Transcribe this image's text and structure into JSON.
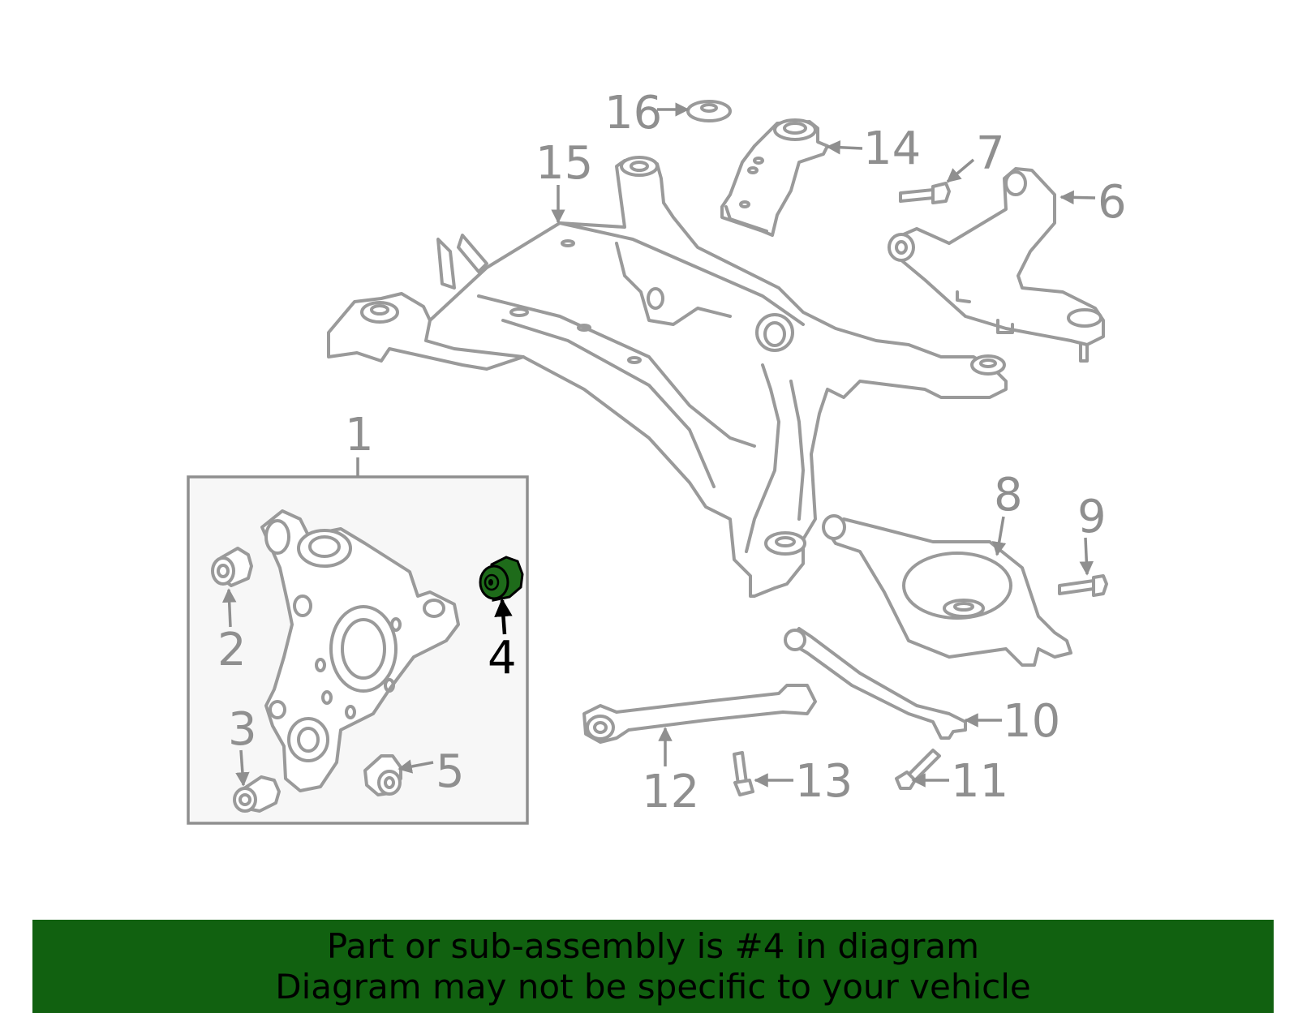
{
  "callouts": {
    "c1": "1",
    "c2": "2",
    "c3": "3",
    "c4": "4",
    "c5": "5",
    "c6": "6",
    "c7": "7",
    "c8": "8",
    "c9": "9",
    "c10": "10",
    "c11": "11",
    "c12": "12",
    "c13": "13",
    "c14": "14",
    "c15": "15",
    "c16": "16"
  },
  "highlight": {
    "part": "4",
    "color": "#1e6b1a"
  },
  "banner": {
    "line1": "Part or sub-assembly is #4 in diagram",
    "line2": "Diagram may not be specific to your vehicle",
    "color": "#116110"
  }
}
